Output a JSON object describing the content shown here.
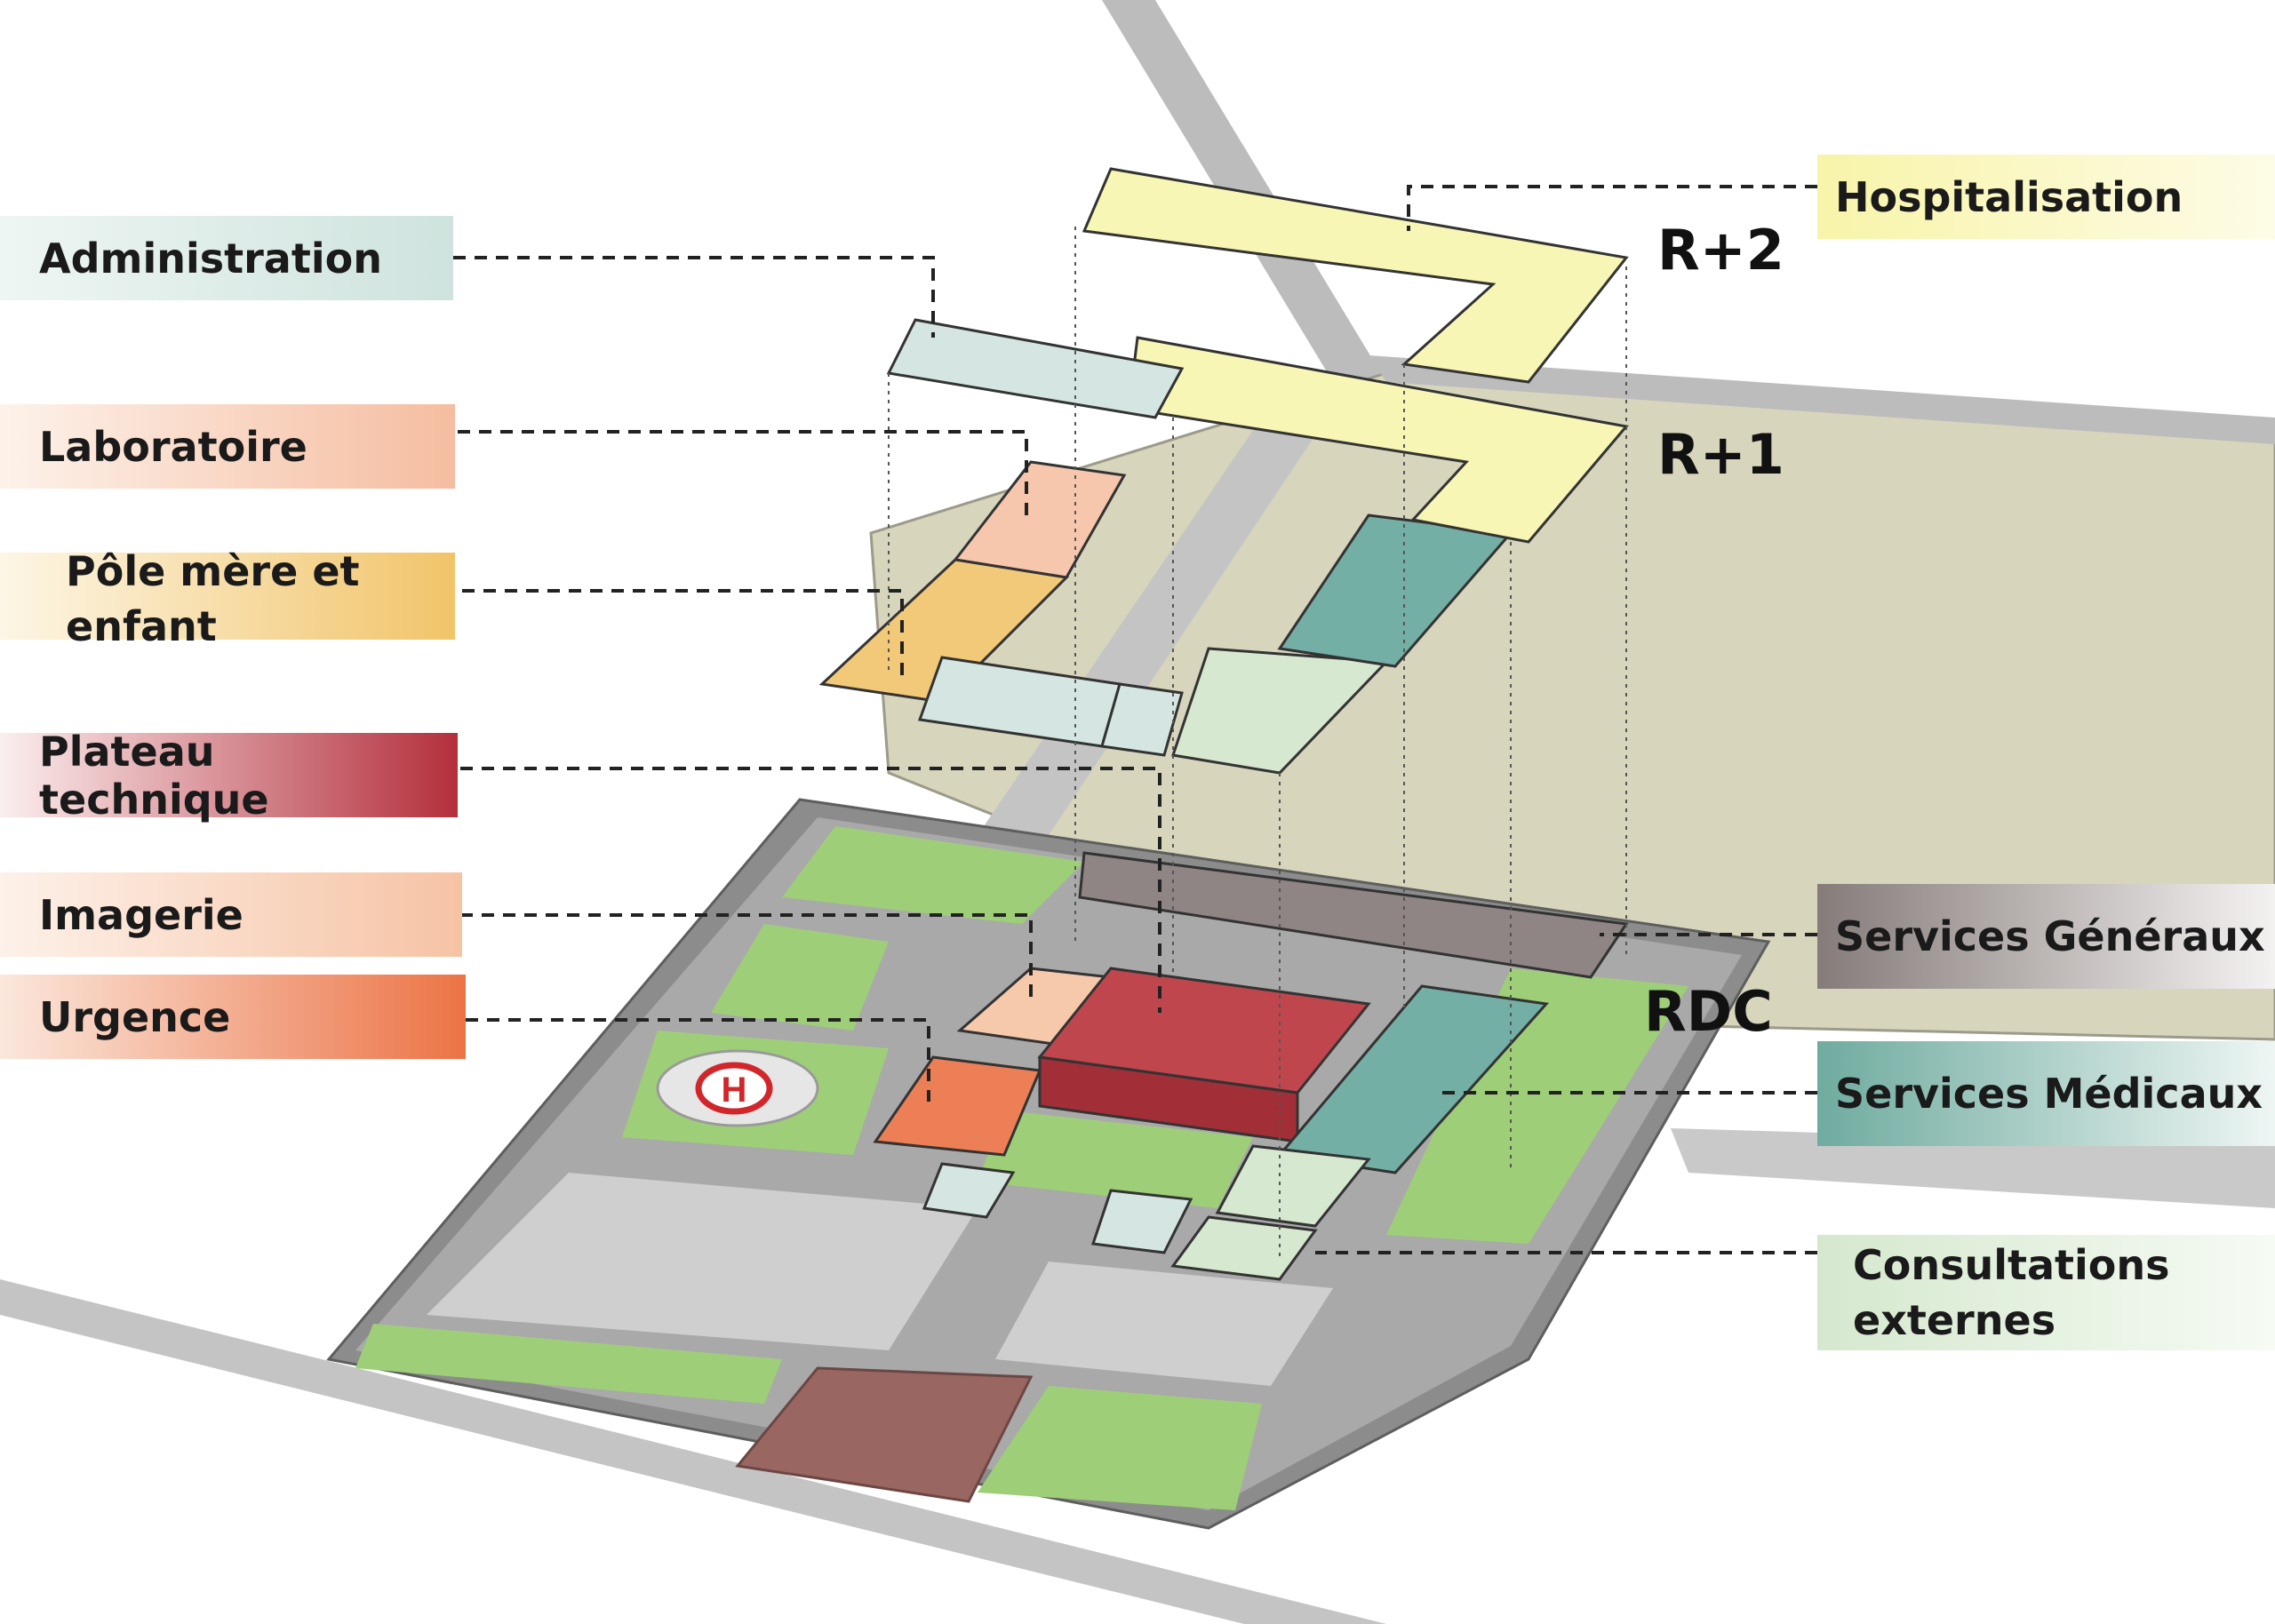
{
  "labels": {
    "administration": "Administration",
    "laboratoire": "Laboratoire",
    "pole_mere_enfant_1": "Pôle mère et",
    "pole_mere_enfant_2": "enfant",
    "plateau_technique": "Plateau technique",
    "imagerie": "Imagerie",
    "urgence": "Urgence",
    "hospitalisation": "Hospitalisation",
    "services_generaux": "Services Généraux",
    "services_medicaux": "Services Médicaux",
    "consultations_1": "Consultations",
    "consultations_2": "externes"
  },
  "levels": {
    "r2": "R+2",
    "r1": "R+1",
    "rdc": "RDC"
  },
  "colors": {
    "administration": "#d5e6e2",
    "laboratoire": "#f6c7ad",
    "pole_mere_enfant": "#f2c879",
    "plateau_technique": "#b83b45",
    "imagerie": "#f6c9ab",
    "urgence": "#ec7f55",
    "hospitalisation": "#f8f6b4",
    "services_generaux": "#8e8584",
    "services_medicaux": "#74afa5",
    "consultations": "#d7e8d0",
    "ground": "#d8d5bd",
    "road": "#b9b9b9",
    "green": "#9ecf78"
  },
  "icons": {
    "helipad": "helipad-icon"
  }
}
